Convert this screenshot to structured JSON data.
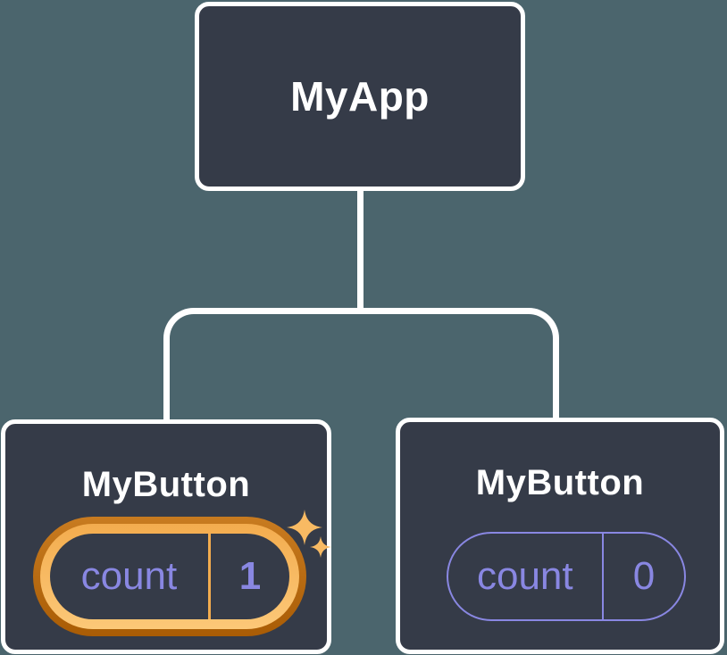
{
  "tree": {
    "root": {
      "label": "MyApp"
    },
    "children": [
      {
        "label": "MyButton",
        "state": {
          "name": "count",
          "value": "1"
        },
        "highlighted": true
      },
      {
        "label": "MyButton",
        "state": {
          "name": "count",
          "value": "0"
        },
        "highlighted": false
      }
    ]
  },
  "icons": {
    "sparkle": "sparkle-icon"
  },
  "colors": {
    "background": "#4B656D",
    "node_fill": "#353B48",
    "node_border": "#FFFFFF",
    "connector": "#FFFFFF",
    "purple": "#8987E2",
    "hl_outer_top": "#C87B20",
    "hl_outer_bottom": "#A95C05",
    "hl_inner_top": "#F3AC4E",
    "hl_inner_bottom": "#FCC878",
    "sparkle": "#F8BA63"
  }
}
